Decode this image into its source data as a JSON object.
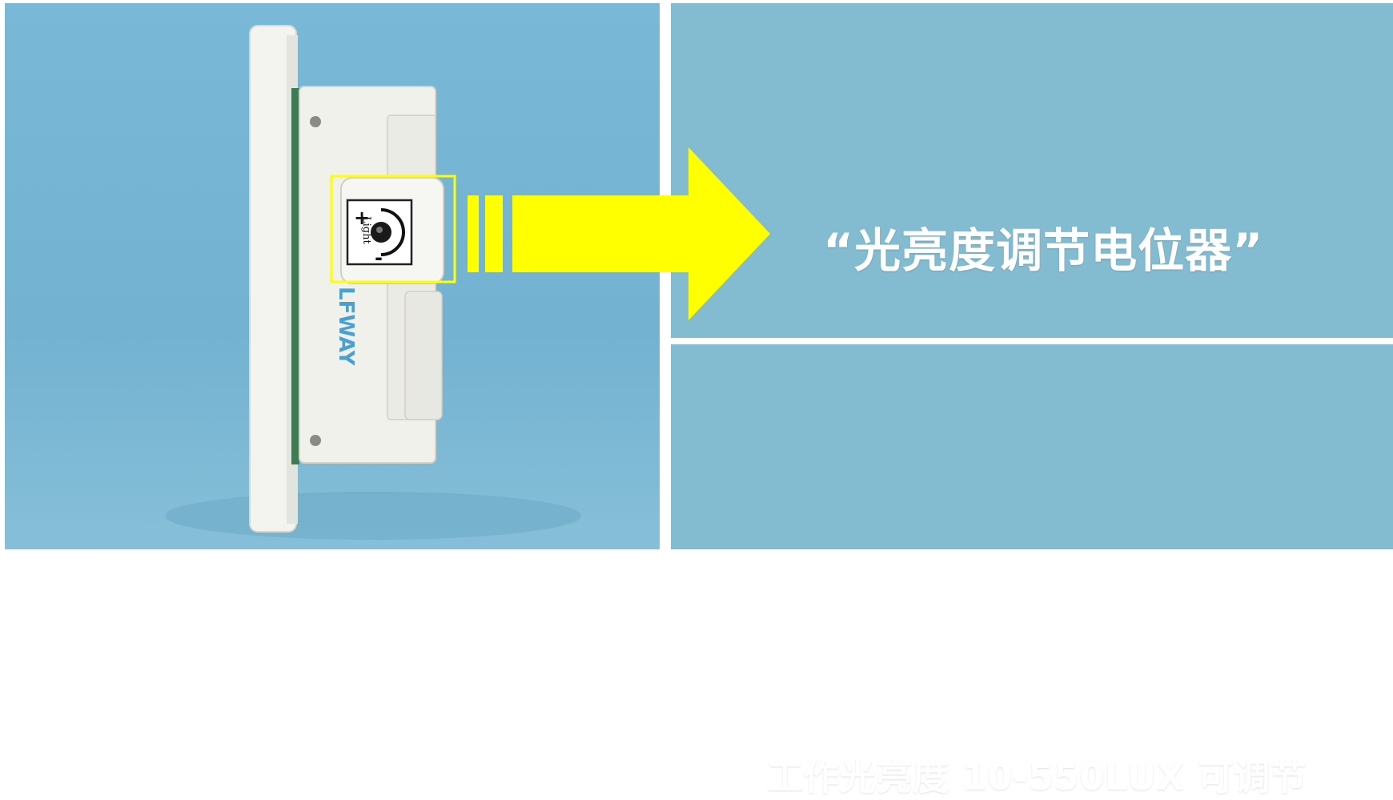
{
  "heading": {
    "text": "“光亮度调节电位器”"
  },
  "subheading": {
    "text": "工作光亮度 10-550LUX 可调节"
  },
  "product": {
    "knob_label": "Light",
    "plus_sign": "+",
    "minus_sign": "-",
    "brand_mark": "LFWAY"
  },
  "colors": {
    "background_blue": "#83bbd0",
    "photo_blue": "#79b8d6",
    "highlight_yellow": "#ffff00",
    "text_white": "#ffffff"
  }
}
